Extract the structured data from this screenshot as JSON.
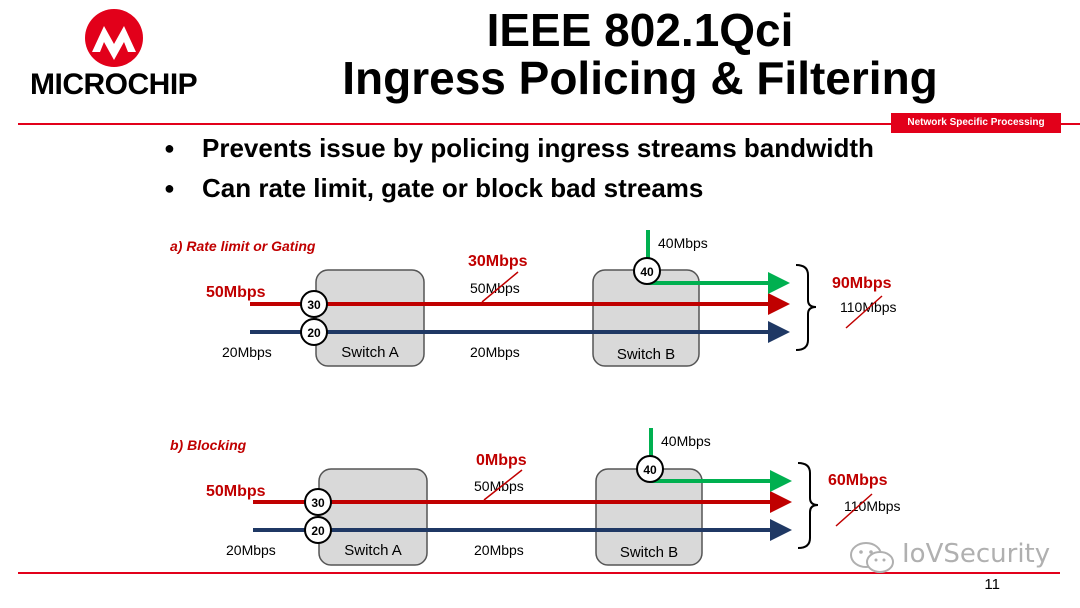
{
  "brand": {
    "name": "MICROCHIP",
    "accent_color": "#e2001a"
  },
  "title": {
    "line1": "IEEE 802.1Qci",
    "line2": "Ingress Policing & Filtering"
  },
  "section_tag": "Network Specific Processing",
  "bullets": [
    "Prevents issue by policing ingress streams bandwidth",
    "Can rate limit, gate or block bad streams"
  ],
  "diagram_a": {
    "label": "a) Rate limit or Gating",
    "input_red": "50Mbps",
    "input_blue": "20Mbps",
    "policer_red": "30",
    "policer_blue": "20",
    "switch_a": "Switch A",
    "switch_b": "Switch B",
    "mid_red_new": "30Mbps",
    "mid_red_old": "50Mbps",
    "mid_blue": "20Mbps",
    "green_input": "40Mbps",
    "policer_green": "40",
    "total_new": "90Mbps",
    "total_old": "110Mbps"
  },
  "diagram_b": {
    "label": "b) Blocking",
    "input_red": "50Mbps",
    "input_blue": "20Mbps",
    "policer_red": "30",
    "policer_blue": "20",
    "switch_a": "Switch A",
    "switch_b": "Switch B",
    "mid_red_new": "0Mbps",
    "mid_red_old": "50Mbps",
    "mid_blue": "20Mbps",
    "green_input": "40Mbps",
    "policer_green": "40",
    "total_new": "60Mbps",
    "total_old": "110Mbps"
  },
  "colors": {
    "red": "#c00000",
    "navy": "#1f3864",
    "green": "#00b050",
    "switch_fill": "#d9d9d9"
  },
  "watermark": "IoVSecurity",
  "page_number": "11"
}
